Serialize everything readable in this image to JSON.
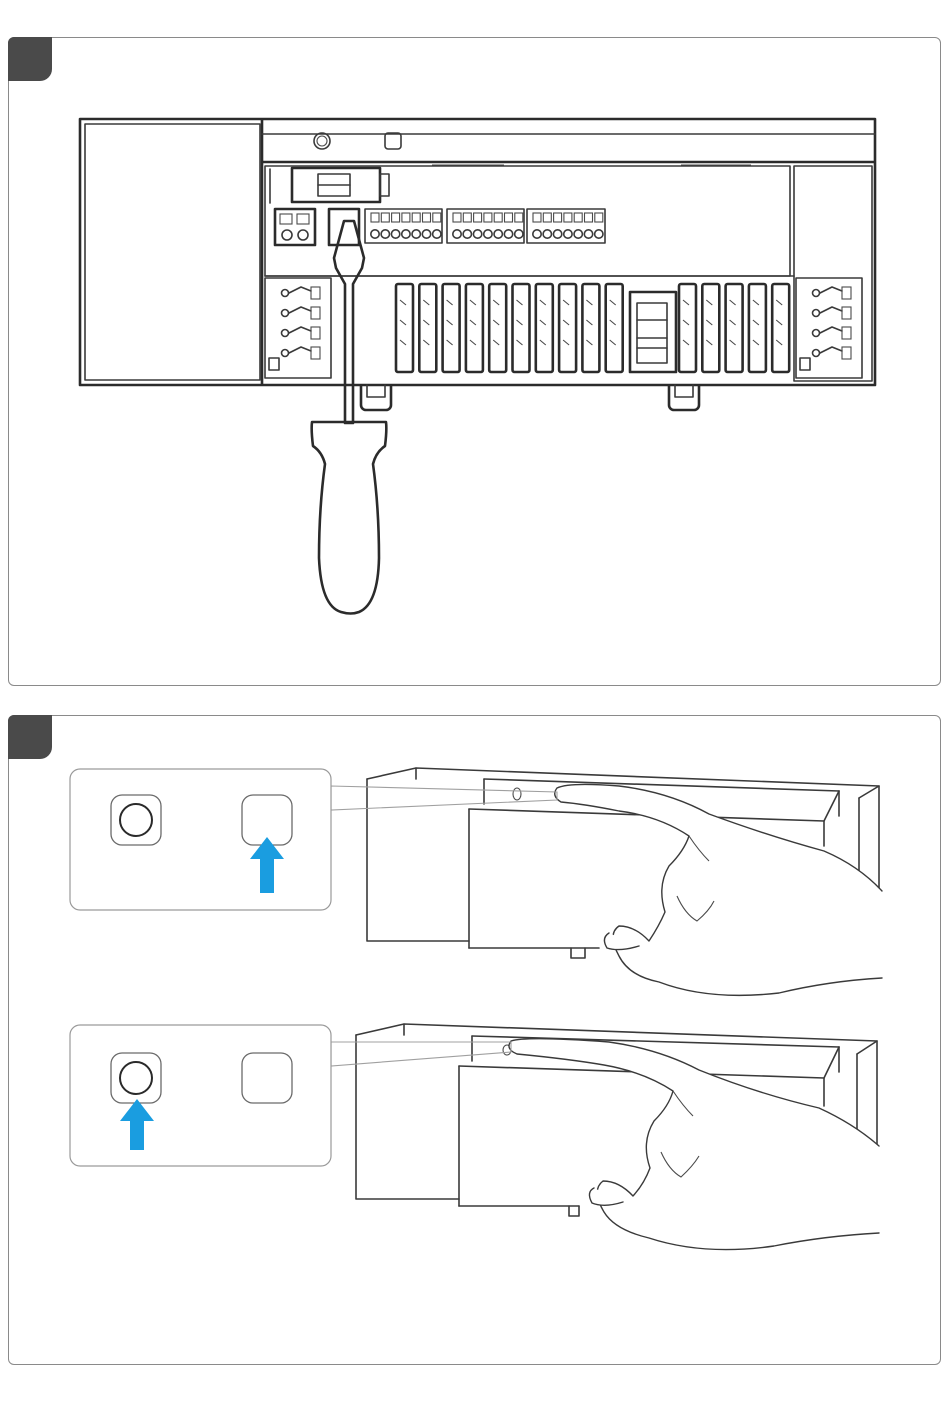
{
  "steps": [
    {
      "id": "step-1",
      "label": "",
      "illustration": "screwdriver-inserted-into-terminal-icon"
    },
    {
      "id": "step-2",
      "label": "",
      "illustration": "press-buttons-icon"
    }
  ],
  "colors": {
    "badge": "#4a4a4a",
    "arrow": "#1a9de0",
    "line": "#3a3a3a",
    "border": "#8a8a8a"
  },
  "callouts": [
    {
      "name": "press-square-button",
      "highlighted_button": "square-button"
    },
    {
      "name": "press-round-button",
      "highlighted_button": "round-button"
    }
  ]
}
